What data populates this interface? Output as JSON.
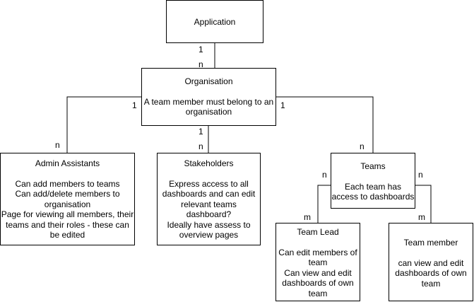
{
  "nodes": {
    "application": {
      "title": "Application",
      "body": []
    },
    "organisation": {
      "title": "Organisation",
      "body": [
        "A team member must belong to an",
        "organisation"
      ]
    },
    "admin_assistants": {
      "title": "Admin Assistants",
      "body": [
        "Can add members to teams",
        "Can add/delete members to",
        "organisation",
        "Page for viewing all members, their",
        "teams and their roles - these can",
        "be edited"
      ]
    },
    "stakeholders": {
      "title": "Stakeholders",
      "body": [
        "Express access to all",
        "dashboards and can edit",
        "relevant teams",
        "dashboard?",
        "Ideally have assess to",
        "overview pages"
      ]
    },
    "teams": {
      "title": "Teams",
      "body": [
        "Each team has",
        "access to dashboards"
      ]
    },
    "team_lead": {
      "title": "Team Lead",
      "body": [
        "Can edit members of",
        "team",
        "Can view and edit",
        "dashboards of own",
        "team"
      ]
    },
    "team_member": {
      "title": "Team member",
      "body": [
        "can view and edit",
        "dashboards of own",
        "team"
      ]
    }
  },
  "cardinalities": {
    "app_org_1": "1",
    "app_org_n": "n",
    "org_admin_1": "1",
    "org_admin_n": "n",
    "org_stake_1": "1",
    "org_stake_n": "n",
    "org_teams_1": "1",
    "org_teams_n": "n",
    "teams_lead_n": "n",
    "teams_lead_m": "m",
    "teams_member_n": "n",
    "teams_member_m": "m"
  }
}
